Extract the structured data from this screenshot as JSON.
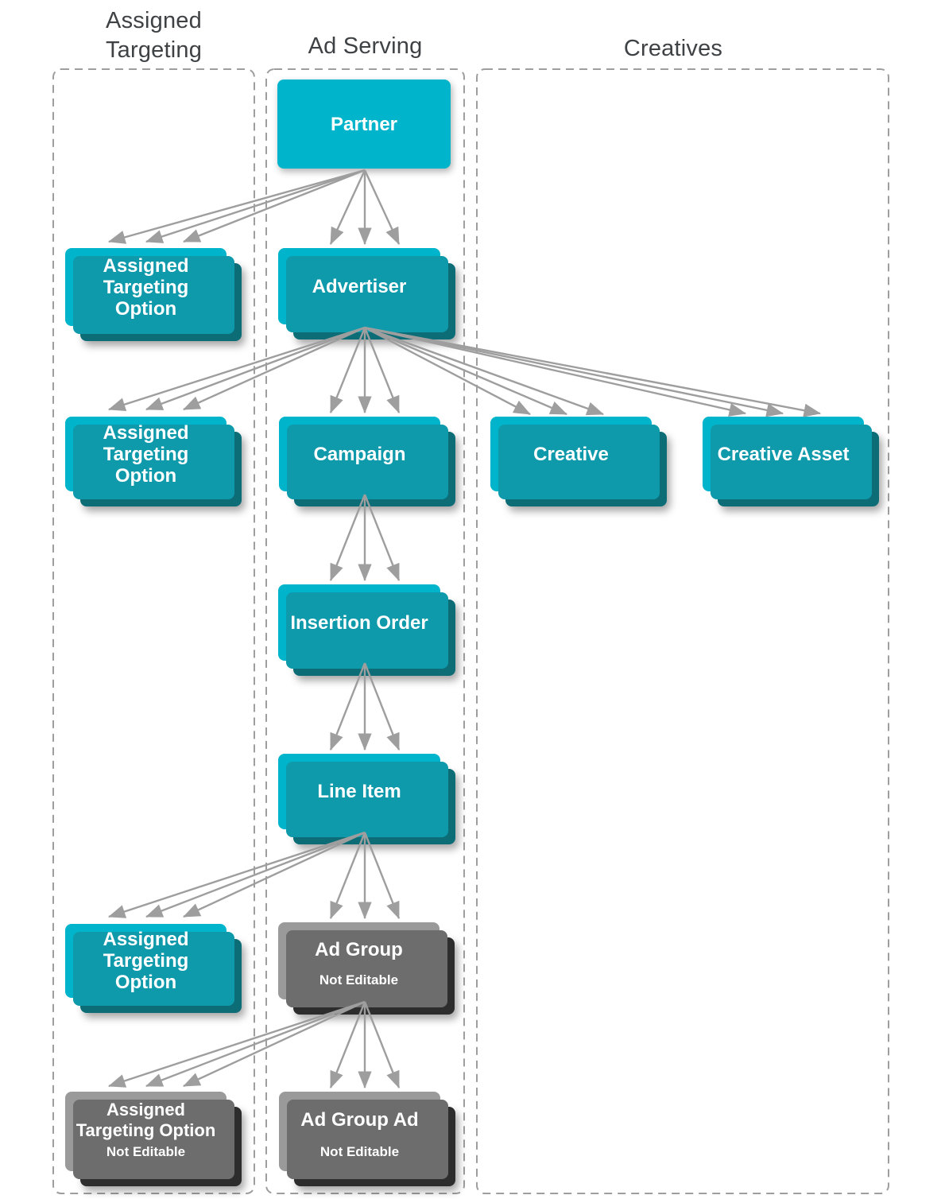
{
  "headers": {
    "assigned_targeting": "Assigned\nTargeting",
    "ad_serving": "Ad Serving",
    "creatives": "Creatives"
  },
  "nodes": {
    "partner": {
      "label": "Partner"
    },
    "advertiser": {
      "label": "Advertiser"
    },
    "assigned_targeting_option_1": {
      "label": "Assigned\nTargeting\nOption"
    },
    "campaign": {
      "label": "Campaign"
    },
    "assigned_targeting_option_2": {
      "label": "Assigned\nTargeting\nOption"
    },
    "creative": {
      "label": "Creative"
    },
    "creative_asset": {
      "label": "Creative Asset"
    },
    "insertion_order": {
      "label": "Insertion Order"
    },
    "line_item": {
      "label": "Line Item"
    },
    "assigned_targeting_option_3": {
      "label": "Assigned\nTargeting\nOption"
    },
    "ad_group": {
      "label": "Ad Group",
      "status": "Not Editable"
    },
    "assigned_targeting_option_4": {
      "label": "Assigned\nTargeting Option",
      "status": "Not Editable"
    },
    "ad_group_ad": {
      "label": "Ad Group Ad",
      "status": "Not Editable"
    }
  },
  "edges": [
    {
      "from": "partner",
      "to": "advertiser",
      "arrow_count": 3
    },
    {
      "from": "partner",
      "to": "assigned_targeting_option_1",
      "arrow_count": 3
    },
    {
      "from": "advertiser",
      "to": "campaign",
      "arrow_count": 3
    },
    {
      "from": "advertiser",
      "to": "assigned_targeting_option_2",
      "arrow_count": 3
    },
    {
      "from": "advertiser",
      "to": "creative",
      "arrow_count": 3
    },
    {
      "from": "advertiser",
      "to": "creative_asset",
      "arrow_count": 3
    },
    {
      "from": "campaign",
      "to": "insertion_order",
      "arrow_count": 3
    },
    {
      "from": "insertion_order",
      "to": "line_item",
      "arrow_count": 3
    },
    {
      "from": "line_item",
      "to": "ad_group",
      "arrow_count": 3
    },
    {
      "from": "line_item",
      "to": "assigned_targeting_option_3",
      "arrow_count": 3
    },
    {
      "from": "ad_group",
      "to": "ad_group_ad",
      "arrow_count": 3
    },
    {
      "from": "ad_group",
      "to": "assigned_targeting_option_4",
      "arrow_count": 3
    }
  ],
  "colors": {
    "node_teal": "#00b5cb",
    "node_teal_mid": "#0e9aab",
    "node_teal_dark": "#0c6d77",
    "node_gray": "#9a9a9a",
    "node_gray_mid": "#6d6d6d",
    "node_gray_dark": "#2d2d2d",
    "arrow": "#9e9e9e",
    "border_dash": "#9e9e9e",
    "header_text": "#3f4245",
    "node_text": "#ffffff"
  }
}
